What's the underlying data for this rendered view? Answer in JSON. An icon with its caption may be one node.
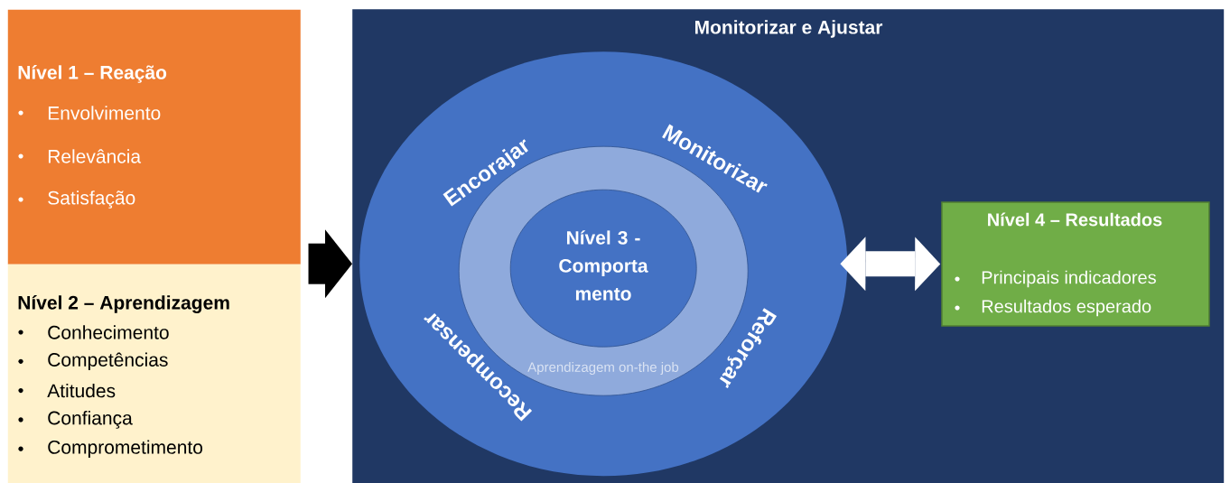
{
  "diagram": {
    "nodes": [
      {
        "text": [
          "Nível 1 – Reação",
          "Envolvimento",
          "Relevância",
          "Satisfação"
        ]
      },
      {
        "text": [
          "Nível 2 – Aprendizagem",
          "Conhecimento",
          "Competências",
          "Atitudes",
          "Confiança",
          "Comprometimento"
        ]
      },
      {
        "text": [
          "Monitorizar e Ajustar"
        ]
      },
      {
        "text": [
          "Encorajar",
          "Monitorizar",
          "Reforçar",
          "Recompensar"
        ],
        "in": 2
      },
      {
        "text": [
          "Aprendizagem on-the job"
        ],
        "in": 3
      },
      {
        "text": [
          "Nível 3 - Comporta mento"
        ],
        "in": 4
      },
      {
        "text": [
          "Nível 4 – Resultados",
          "Principais indicadores",
          "Resultados esperado"
        ],
        "in": 2
      }
    ],
    "edges": [
      {
        "from": 0,
        "to": 3,
        "arrow": "to"
      },
      {
        "from": 1,
        "to": 3,
        "arrow": "to"
      },
      {
        "from": 3,
        "to": 6,
        "arrow": "both",
        "color": "#ffffff"
      }
    ]
  }
}
